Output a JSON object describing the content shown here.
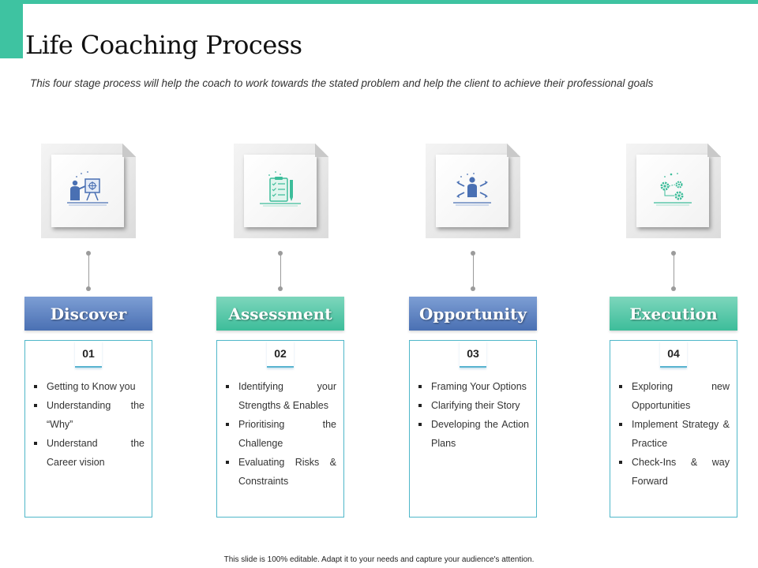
{
  "title": "Life Coaching Process",
  "subtitle": "This four stage process will help the coach to work towards the stated problem and help the client to achieve their professional goals",
  "stages": [
    {
      "name": "Discover",
      "number": "01",
      "icon": "presentation-board-icon",
      "bullets": [
        "Getting to Know you",
        "Understanding the “Why”",
        "Understand the Career vision"
      ]
    },
    {
      "name": "Assessment",
      "number": "02",
      "icon": "clipboard-checklist-icon",
      "bullets": [
        "Identifying your Strengths & Enables",
        "Prioritising the Challenge",
        "Evaluating Risks & Constraints"
      ]
    },
    {
      "name": "Opportunity",
      "number": "03",
      "icon": "person-arrows-icon",
      "bullets": [
        "Framing Your Options",
        "Clarifying their Story",
        "Developing the Action Plans"
      ]
    },
    {
      "name": "Execution",
      "number": "04",
      "icon": "gears-icon",
      "bullets": [
        "Exploring new Opportunities",
        "Implement Strategy & Practice",
        "Check-Ins & way Forward"
      ]
    }
  ],
  "footer": "This slide is 100% editable. Adapt it to your needs and capture your audience's attention.",
  "colors": {
    "accent_teal": "#3ec3a1",
    "blue": "#4a70b3",
    "green": "#3dbd9a",
    "box_border": "#4fb7c9"
  }
}
